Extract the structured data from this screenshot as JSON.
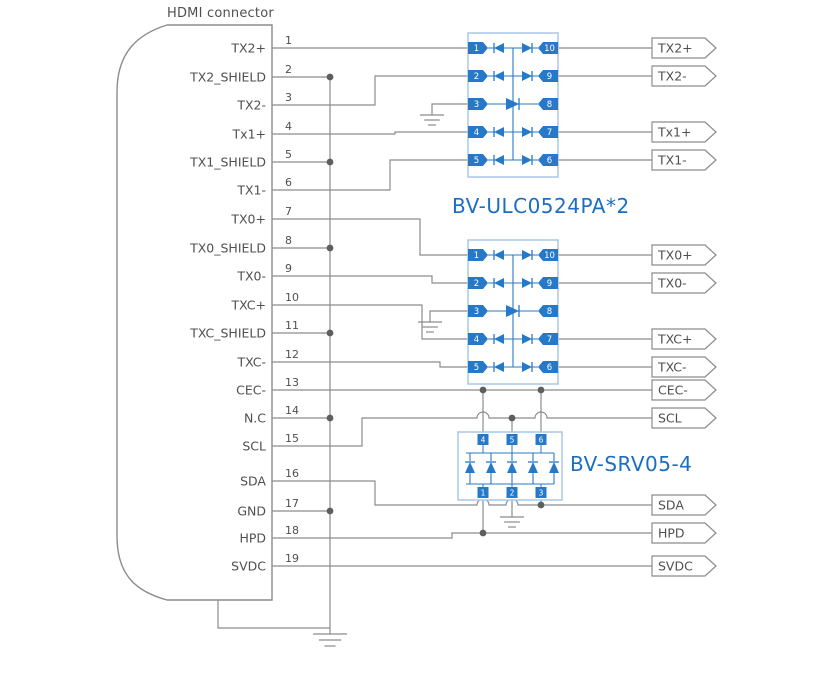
{
  "title": "HDMI connector",
  "colors": {
    "wire": "#8c8c8c",
    "text": "#4f4f4f",
    "blue": "#2679c8",
    "chip_label": "#1b6ec2",
    "ic_border": "#a9c7e5",
    "dot": "#5e5e5e"
  },
  "connector_pins": [
    {
      "num": "1",
      "label": "TX2+"
    },
    {
      "num": "2",
      "label": "TX2_SHIELD"
    },
    {
      "num": "3",
      "label": "TX2-"
    },
    {
      "num": "4",
      "label": "Tx1+"
    },
    {
      "num": "5",
      "label": "TX1_SHIELD"
    },
    {
      "num": "6",
      "label": "TX1-"
    },
    {
      "num": "7",
      "label": "TX0+"
    },
    {
      "num": "8",
      "label": "TX0_SHIELD"
    },
    {
      "num": "9",
      "label": "TX0-"
    },
    {
      "num": "10",
      "label": "TXC+"
    },
    {
      "num": "11",
      "label": "TXC_SHIELD"
    },
    {
      "num": "12",
      "label": "TXC-"
    },
    {
      "num": "13",
      "label": "CEC-"
    },
    {
      "num": "14",
      "label": "N.C"
    },
    {
      "num": "15",
      "label": "SCL"
    },
    {
      "num": "16",
      "label": "SDA"
    },
    {
      "num": "17",
      "label": "GND"
    },
    {
      "num": "18",
      "label": "HPD"
    },
    {
      "num": "19",
      "label": "SVDC"
    }
  ],
  "ics": {
    "ulc_label": "BV-ULC0524PA*2",
    "ulc_left_pins": [
      "1",
      "2",
      "3",
      "4",
      "5"
    ],
    "ulc_right_pins": [
      "10",
      "9",
      "8",
      "7",
      "6"
    ],
    "srv_label": "BV-SRV05-4",
    "srv_top_pins": [
      "4",
      "5",
      "6"
    ],
    "srv_bottom_pins": [
      "1",
      "2",
      "3"
    ]
  },
  "output_tags": [
    "TX2+",
    "TX2-",
    "Tx1+",
    "TX1-",
    "TX0+",
    "TX0-",
    "TXC+",
    "TXC-",
    "CEC-",
    "SCL",
    "SDA",
    "HPD",
    "SVDC"
  ]
}
